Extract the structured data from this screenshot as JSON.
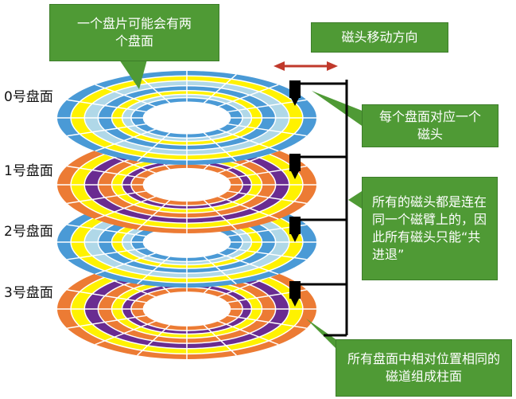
{
  "surfaces": [
    {
      "label": "0号盘面",
      "ring_colors": [
        "#4a9ad6",
        "#fff200",
        "#b0d8e8",
        "#4a9ad6",
        "#fff200",
        "#b0d8e8",
        "#4a9ad6",
        "#ffffff"
      ]
    },
    {
      "label": "1号盘面",
      "ring_colors": [
        "#ec7b34",
        "#fff200",
        "#6a2c91",
        "#ec7b34",
        "#fff200",
        "#6a2c91",
        "#ec7b34",
        "#ffffff"
      ]
    },
    {
      "label": "2号盘面",
      "ring_colors": [
        "#4a9ad6",
        "#fff200",
        "#b0d8e8",
        "#4a9ad6",
        "#fff200",
        "#b0d8e8",
        "#4a9ad6",
        "#ffffff"
      ]
    },
    {
      "label": "3号盘面",
      "ring_colors": [
        "#ec7b34",
        "#fff200",
        "#6a2c91",
        "#ec7b34",
        "#fff200",
        "#6a2c91",
        "#ec7b34",
        "#ffffff"
      ]
    }
  ],
  "callouts": {
    "two_faces": "一个盘片可能会有两个盘面",
    "head_direction": "磁头移动方向",
    "one_head_per_face": "每个盘面对应一个磁头",
    "same_arm": "所有的磁头都是连在同一个磁臂上的，因此所有磁头只能“共进退”",
    "cylinder": "所有盘面中相对位置相同的磁道组成柱面"
  },
  "colors": {
    "callout_green": "#4f9a35",
    "arrow_red": "#c0392b",
    "arm_black": "#000000"
  }
}
